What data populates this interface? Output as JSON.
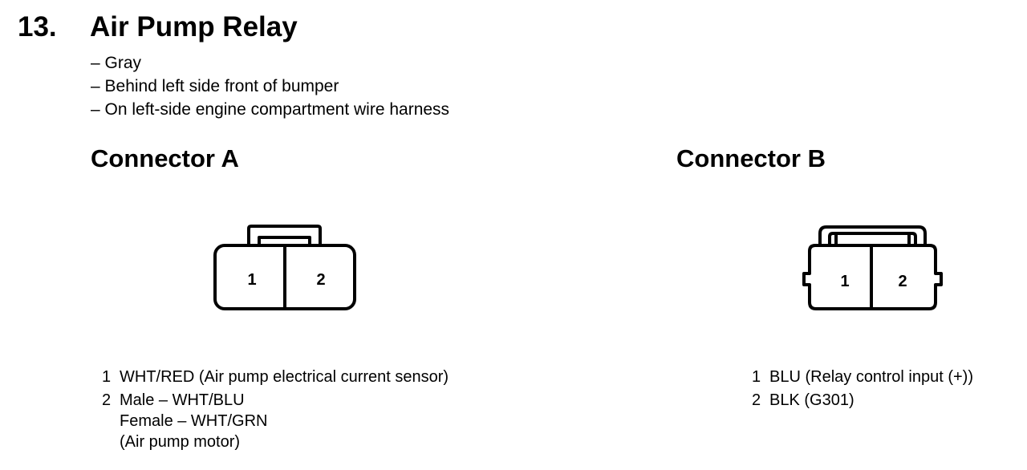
{
  "section": {
    "number": "13.",
    "title": "Air Pump Relay",
    "details": [
      "– Gray",
      "– Behind left side front of bumper",
      "– On left-side engine compartment wire harness"
    ]
  },
  "connectors": [
    {
      "title": "Connector A",
      "pins": [
        "1",
        "2"
      ],
      "wiring": [
        {
          "pin": "1",
          "lines": [
            "WHT/RED (Air pump electrical current sensor)"
          ]
        },
        {
          "pin": "2",
          "lines": [
            "Male – WHT/BLU",
            "Female – WHT/GRN",
            "(Air pump motor)"
          ]
        }
      ]
    },
    {
      "title": "Connector B",
      "pins": [
        "1",
        "2"
      ],
      "wiring": [
        {
          "pin": "1",
          "lines": [
            "BLU (Relay control input (+))"
          ]
        },
        {
          "pin": "2",
          "lines": [
            "BLK (G301)"
          ]
        }
      ]
    }
  ]
}
